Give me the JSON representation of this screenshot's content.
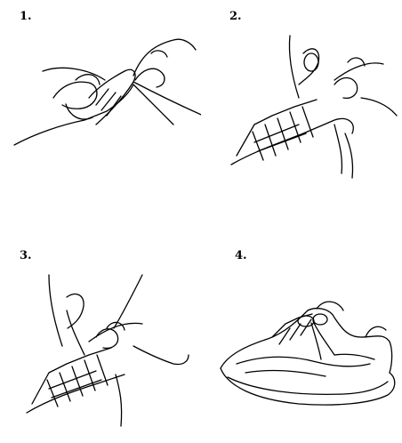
{
  "steps": [
    {
      "number": "1."
    },
    {
      "number": "2."
    },
    {
      "number": "3."
    },
    {
      "number": "4."
    }
  ]
}
